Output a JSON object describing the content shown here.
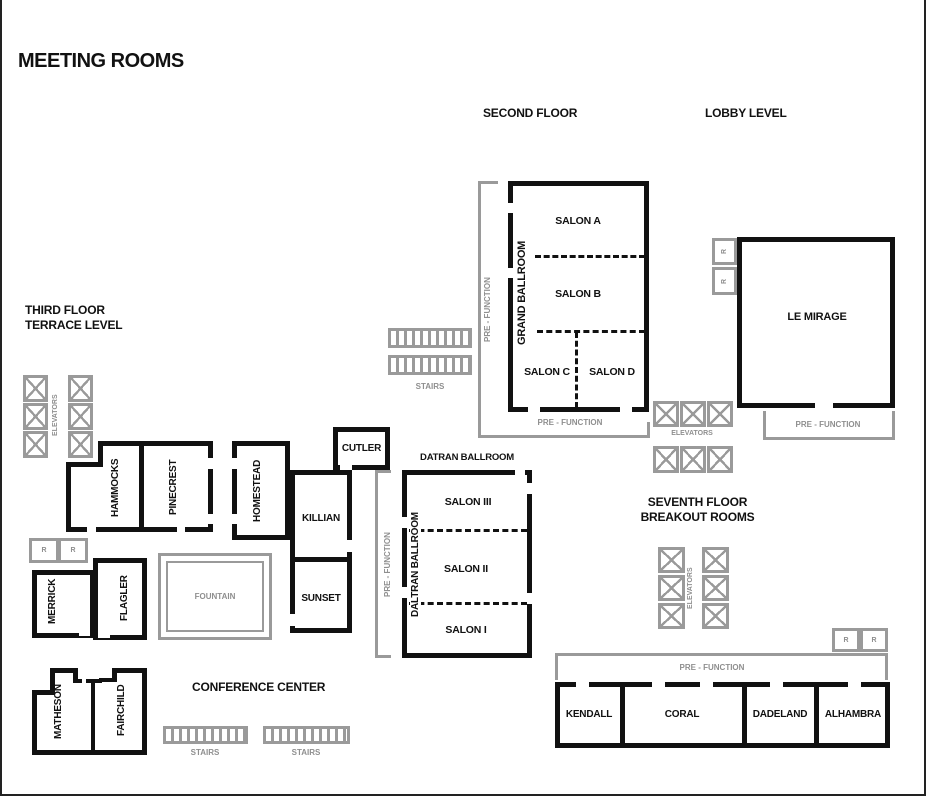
{
  "title": "MEETING ROOMS",
  "colors": {
    "wall": "#111111",
    "gray_shapes": "#9a9a9a",
    "gray_text": "#8f8f8f",
    "background": "#ffffff"
  },
  "second_floor": {
    "heading": "SECOND FLOOR",
    "grand_ballroom_label": "GRAND BALLROOM",
    "salon_a": "SALON A",
    "salon_b": "SALON B",
    "salon_c": "SALON C",
    "salon_d": "SALON D",
    "pre_function_left": "PRE - FUNCTION",
    "pre_function_bottom": "PRE - FUNCTION",
    "stairs": "STAIRS"
  },
  "lobby_level": {
    "heading": "LOBBY LEVEL",
    "room": "LE MIRAGE",
    "pre_function": "PRE - FUNCTION",
    "restrooms": [
      "R",
      "R"
    ],
    "elevators": "ELEVATORS"
  },
  "third_floor": {
    "heading_line1": "THIRD FLOOR",
    "heading_line2": "TERRACE LEVEL",
    "elevators": "ELEVATORS",
    "hammocks": "HAMMOCKS",
    "pinecrest": "PINECREST",
    "homestead": "HOMESTEAD",
    "cutler": "CUTLER",
    "killian": "KILLIAN",
    "sunset": "SUNSET",
    "merrick": "MERRICK",
    "flagler": "FLAGLER",
    "matheson": "MATHESON",
    "fairchild": "FAIRCHILD",
    "fountain": "FOUNTAIN",
    "restrooms": [
      "R",
      "R"
    ],
    "conference_center": "CONFERENCE CENTER",
    "stairs_left": "STAIRS",
    "stairs_right": "STAIRS"
  },
  "datran_ballroom": {
    "heading": "DATRAN BALLROOM",
    "vertical_label": "DALTRAN BALLROOM",
    "salon_3": "SALON III",
    "salon_2": "SALON II",
    "salon_1": "SALON I",
    "pre_function": "PRE - FUNCTION"
  },
  "seventh_floor": {
    "heading_line1": "SEVENTH FLOOR",
    "heading_line2": "BREAKOUT ROOMS",
    "elevators": "ELEVATORS",
    "pre_function": "PRE - FUNCTION",
    "restrooms": [
      "R",
      "R"
    ],
    "kendall": "KENDALL",
    "coral": "CORAL",
    "dadeland": "DADELAND",
    "alhambra": "ALHAMBRA"
  }
}
